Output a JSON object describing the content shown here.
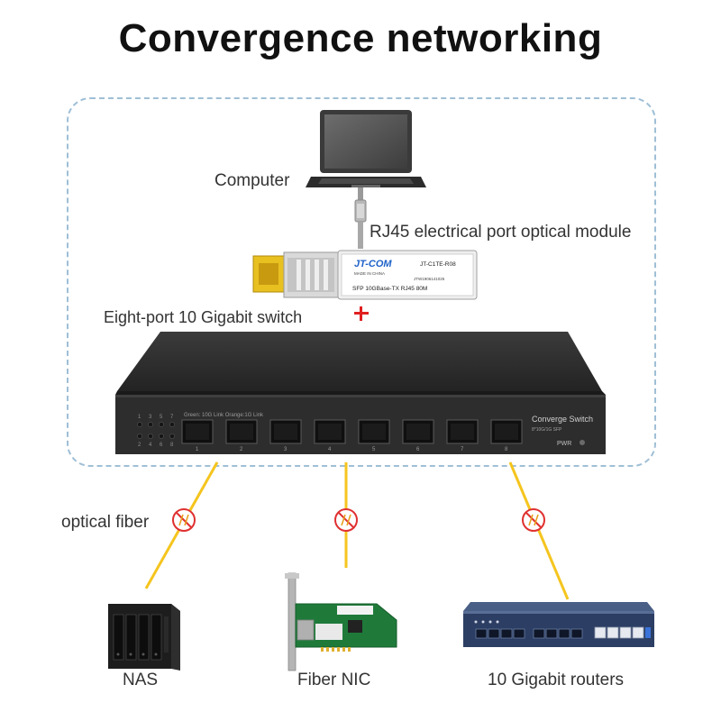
{
  "title": "Convergence networking",
  "labels": {
    "computer": "Computer",
    "module": "RJ45 electrical port optical module",
    "switch": "Eight-port 10 Gigabit switch",
    "fiber": "optical fiber",
    "nas": "NAS",
    "nic": "Fiber NIC",
    "routers": "10 Gigabit routers"
  },
  "module_sticker": {
    "brand": "JT-COM",
    "model": "JT-C1TE-R08",
    "origin": "MADE IN CHINA",
    "serial": "JTW1906141025",
    "spec": "SFP  10GBase-TX  RJ45  80M"
  },
  "switch_panel": {
    "legend": "Green: 10G Link  Orange:1G Link",
    "brand": "Converge Switch",
    "sub": "8*10G/1G SFP",
    "pwr": "PWR",
    "led_top": [
      "1",
      "3",
      "5",
      "7"
    ],
    "led_bottom": [
      "2",
      "4",
      "6",
      "8"
    ],
    "ports": [
      "1",
      "2",
      "3",
      "4",
      "5",
      "6",
      "7",
      "8"
    ]
  },
  "colors": {
    "fiber": "#f5c51e",
    "switch_body": "#2a2a2a",
    "frame": "#9fbfd6",
    "plus": "#e02020",
    "no_symbol": "#e03030"
  },
  "icons": [
    "laptop-icon",
    "rj45-cable-icon",
    "sfp-module-icon",
    "plus-icon",
    "switch-icon",
    "no-break-icon",
    "nas-icon",
    "fiber-nic-icon",
    "router-icon"
  ]
}
